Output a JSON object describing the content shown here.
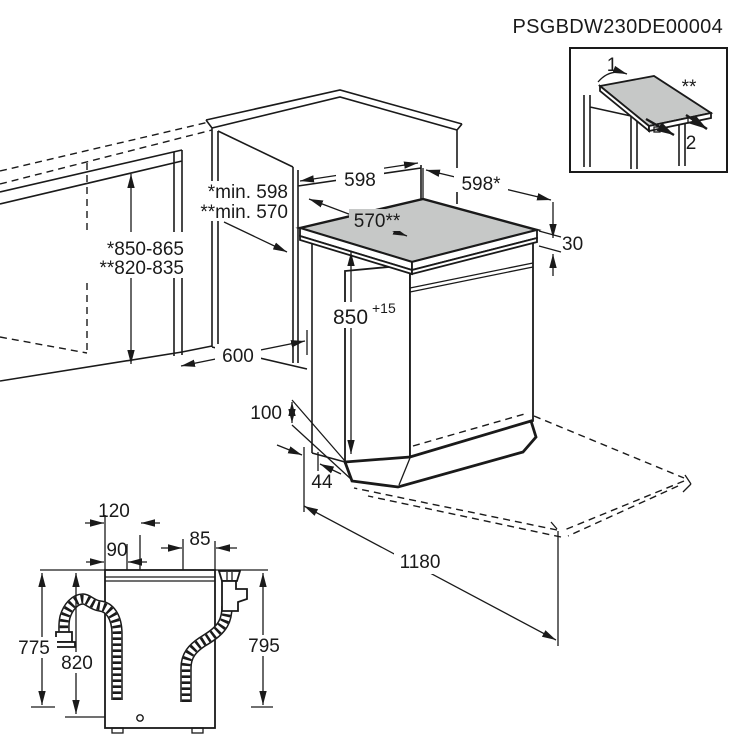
{
  "title": "PSGBDW230DE00004",
  "colors": {
    "line": "#1a1a1a",
    "worktop": "#c6c8c7",
    "bg": "#ffffff"
  },
  "inset": {
    "step_lift": "1",
    "step_slide": "2",
    "worktop_note": "**"
  },
  "dims": {
    "niche_min_width_builtin": "*min. 598",
    "niche_min_width_freestanding": "**min. 570",
    "niche_back_width": "598",
    "worktop_width": "598*",
    "worktop_depth": "570**",
    "worktop_thickness": "30",
    "niche_height_builtin": "*850-865",
    "niche_height_freestanding": "**820-835",
    "appliance_height": "850",
    "appliance_height_tolerance": "+15",
    "niche_depth": "600",
    "plinth_height": "100",
    "plinth_recess": "44",
    "door_open_clearance": "1180"
  },
  "rear": {
    "mains_cable_offset": "120",
    "drain_hose_offset": "90",
    "inlet_hose_offset": "85",
    "drain_hose_length": "775",
    "mains_cable_length": "820",
    "inlet_hose_length": "795"
  }
}
